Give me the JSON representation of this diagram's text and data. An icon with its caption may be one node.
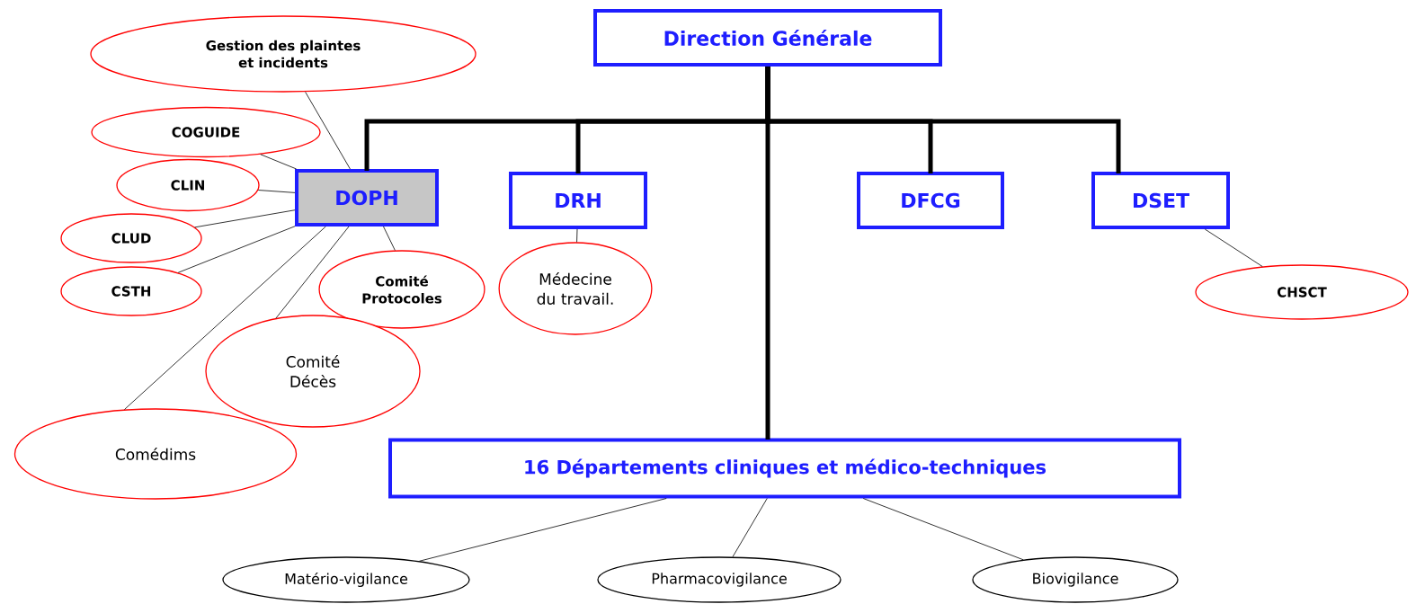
{
  "diagram": {
    "nodes": [
      {
        "text": [
          "Direction Générale"
        ]
      },
      {
        "text": [
          "DOPH"
        ]
      },
      {
        "text": [
          "DRH"
        ]
      },
      {
        "text": [
          "DFCG"
        ]
      },
      {
        "text": [
          "DSET"
        ]
      },
      {
        "text": [
          "16 Départements cliniques et médico-techniques"
        ]
      },
      {
        "text": [
          "Gestion des plaintes et incidents"
        ]
      },
      {
        "text": [
          "COGUIDE"
        ]
      },
      {
        "text": [
          "CLIN"
        ]
      },
      {
        "text": [
          "CLUD"
        ]
      },
      {
        "text": [
          "CSTH"
        ]
      },
      {
        "text": [
          "Comité Protocoles"
        ]
      },
      {
        "text": [
          "Comité Décès"
        ]
      },
      {
        "text": [
          "Comédims"
        ]
      },
      {
        "text": [
          "Médecine du travail."
        ]
      },
      {
        "text": [
          "CHSCT"
        ]
      },
      {
        "text": [
          "Matério-vigilance"
        ]
      },
      {
        "text": [
          "Pharmacovigilance"
        ]
      },
      {
        "text": [
          "Biovigilance"
        ]
      }
    ],
    "edges": [
      {
        "from": 0,
        "to": 1,
        "arrow": "none",
        "style": "thick"
      },
      {
        "from": 0,
        "to": 2,
        "arrow": "none",
        "style": "thick"
      },
      {
        "from": 0,
        "to": 3,
        "arrow": "none",
        "style": "thick"
      },
      {
        "from": 0,
        "to": 4,
        "arrow": "none",
        "style": "thick"
      },
      {
        "from": 0,
        "to": 5,
        "arrow": "none",
        "style": "thick"
      },
      {
        "from": 6,
        "to": 1,
        "arrow": "none"
      },
      {
        "from": 7,
        "to": 1,
        "arrow": "none"
      },
      {
        "from": 8,
        "to": 1,
        "arrow": "none"
      },
      {
        "from": 9,
        "to": 1,
        "arrow": "none"
      },
      {
        "from": 10,
        "to": 1,
        "arrow": "none"
      },
      {
        "from": 11,
        "to": 1,
        "arrow": "none"
      },
      {
        "from": 12,
        "to": 1,
        "arrow": "none"
      },
      {
        "from": 13,
        "to": 1,
        "arrow": "none"
      },
      {
        "from": 2,
        "to": 14,
        "arrow": "none"
      },
      {
        "from": 4,
        "to": 15,
        "arrow": "none"
      },
      {
        "from": 5,
        "to": 16,
        "arrow": "none"
      },
      {
        "from": 5,
        "to": 17,
        "arrow": "none"
      },
      {
        "from": 5,
        "to": 18,
        "arrow": "none"
      }
    ]
  }
}
